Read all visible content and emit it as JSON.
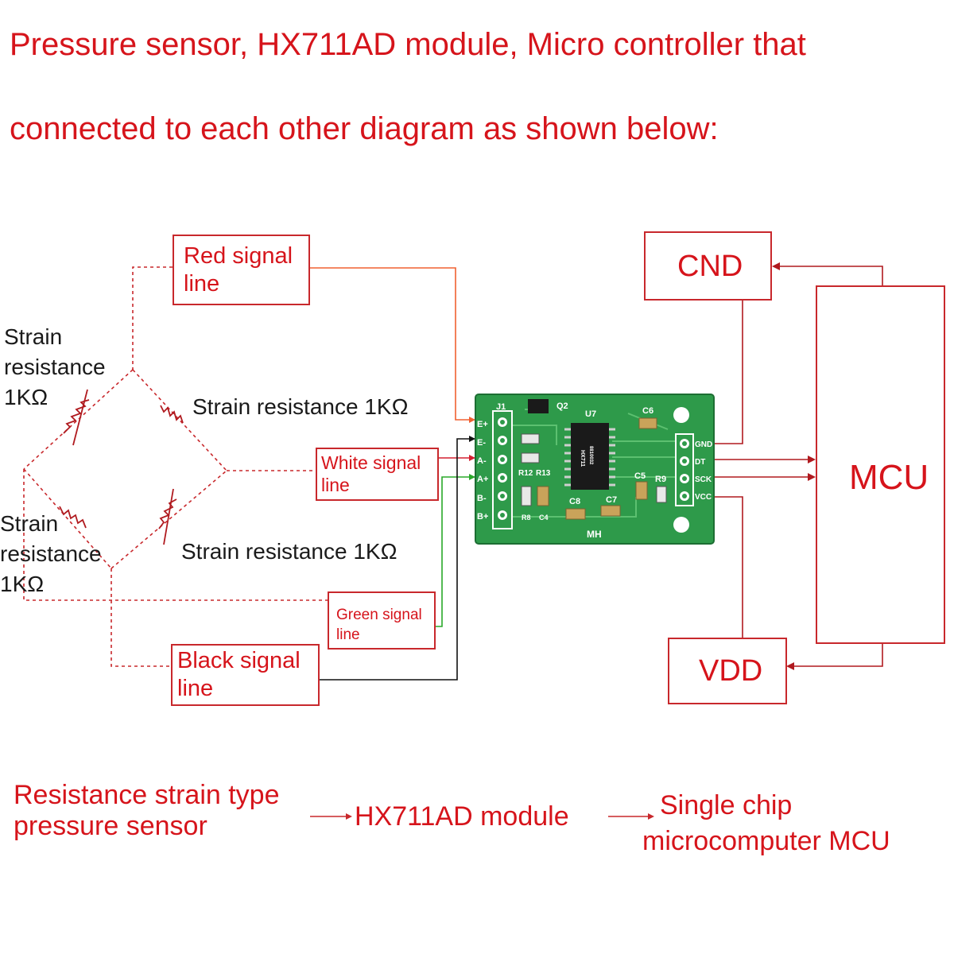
{
  "heading": {
    "line1": "Pressure sensor, HX711AD module, Micro controller that",
    "line2": "connected to each other diagram as shown below:"
  },
  "signal_lines": {
    "red": "Red signal line",
    "white": "White signal line",
    "green": "Green signal line",
    "black": "Black signal line"
  },
  "strain_labels": {
    "top_left": "Strain resistance 1KΩ",
    "top_right": "Strain resistance 1KΩ",
    "bottom_left": "Strain resistance 1KΩ",
    "bottom_right": "Strain resistance 1KΩ"
  },
  "mcu_side": {
    "gnd_box": "CND",
    "vdd_box": "VDD",
    "mcu_box": "MCU"
  },
  "pcb": {
    "connector": "J1",
    "left_pins": [
      "E+",
      "E-",
      "A-",
      "A+",
      "B-",
      "B+"
    ],
    "right_pins": [
      "GND",
      "DT",
      "SCK",
      "VCC"
    ],
    "components": [
      "Q2",
      "U7",
      "C6",
      "C8",
      "C7",
      "C5",
      "R9",
      "R12",
      "R13",
      "R8",
      "C4"
    ],
    "chip_text": "HX711",
    "chip_code": "8810032",
    "brand": "MH"
  },
  "flow": {
    "step1_line1": "Resistance strain type",
    "step1_line2": "pressure sensor",
    "step2": "HX711AD module",
    "step3_line1": "Single chip",
    "step3_line2": "microcomputer MCU"
  },
  "colors": {
    "text_red": "#d6141b",
    "box_border": "#c8282c",
    "wire_red": "#f06030",
    "wire_white": "#d42030",
    "wire_green": "#2aa82a",
    "wire_black": "#111111",
    "pcb_green": "#2e9a4a"
  }
}
